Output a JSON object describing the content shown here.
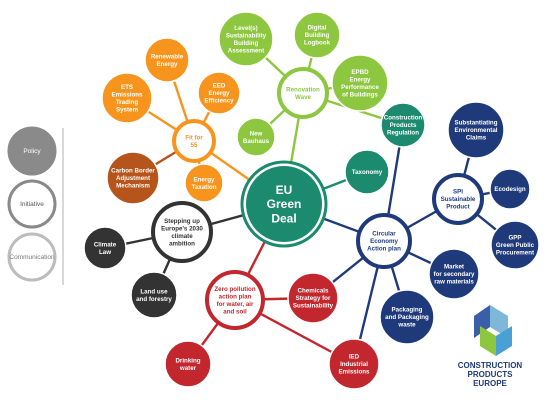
{
  "colors": {
    "green": "#8dc63f",
    "orange": "#f7941d",
    "brown": "#b5541b",
    "teal": "#1b8a6e",
    "navy": "#1f3a7a",
    "red": "#c1272d",
    "dark": "#333333",
    "grey": "#808080"
  },
  "legend": {
    "policy": "Policy",
    "initiative": "Initiative",
    "communication": "Communication"
  },
  "center": {
    "lines": [
      "EU",
      "Green",
      "Deal"
    ]
  },
  "nodes": {
    "level_s": [
      "Level(s)",
      "Sustainability",
      "Building",
      "Assessment"
    ],
    "digital_logbook": [
      "Digital",
      "Building",
      "Logbook"
    ],
    "epbd": [
      "EPBD",
      "Energy",
      "Performance",
      "of Buildings"
    ],
    "renovation_wave": [
      "Renovation",
      "Wave"
    ],
    "new_bauhaus": [
      "New",
      "Bauhaus"
    ],
    "renewable_energy": [
      "Renewable",
      "Energy"
    ],
    "ets": [
      "ETS",
      "Emissions",
      "Trading",
      "System"
    ],
    "eed": [
      "EED",
      "Energy",
      "Efficiency"
    ],
    "fit_for_55": [
      "Fit for",
      "55"
    ],
    "cbam": [
      "Carbon Border",
      "Adjustment",
      "Mechanism"
    ],
    "energy_taxation": [
      "Energy",
      "Taxation"
    ],
    "construction_products_regulation": [
      "Construction",
      "Products",
      "Regulation"
    ],
    "taxonomy": [
      "Taxonomy"
    ],
    "substantiating_claims": [
      "Substantiating",
      "Environmental",
      "Claims"
    ],
    "spi": [
      "SPI",
      "Sustainable",
      "Product"
    ],
    "ecodesign": [
      "Ecodesign"
    ],
    "gpp": [
      "GPP",
      "Green Public",
      "Procurement"
    ],
    "ceap": [
      "Circular",
      "Economy",
      "Action plan"
    ],
    "market_secondary": [
      "Market",
      "for secondary",
      "raw materials"
    ],
    "packaging": [
      "Packaging",
      "and Packaging",
      "waste"
    ],
    "chemicals": [
      "Chemicals",
      "Strategy for",
      "Sustainability"
    ],
    "ied": [
      "IED",
      "Industrial",
      "Emissions"
    ],
    "zero_pollution": [
      "Zero pollution",
      "action plan",
      "for water, air",
      "and soil"
    ],
    "drinking_water": [
      "Drinking",
      "water"
    ],
    "stepping_up": [
      "Stepping up",
      "Europe's 2030",
      "climate",
      "ambition"
    ],
    "climate_law": [
      "Climate",
      "Law"
    ],
    "land_use": [
      "Land use",
      "and forestry"
    ]
  },
  "logo": {
    "lines": [
      "CONSTRUCTION",
      "PRODUCTS",
      "EUROPE"
    ]
  }
}
